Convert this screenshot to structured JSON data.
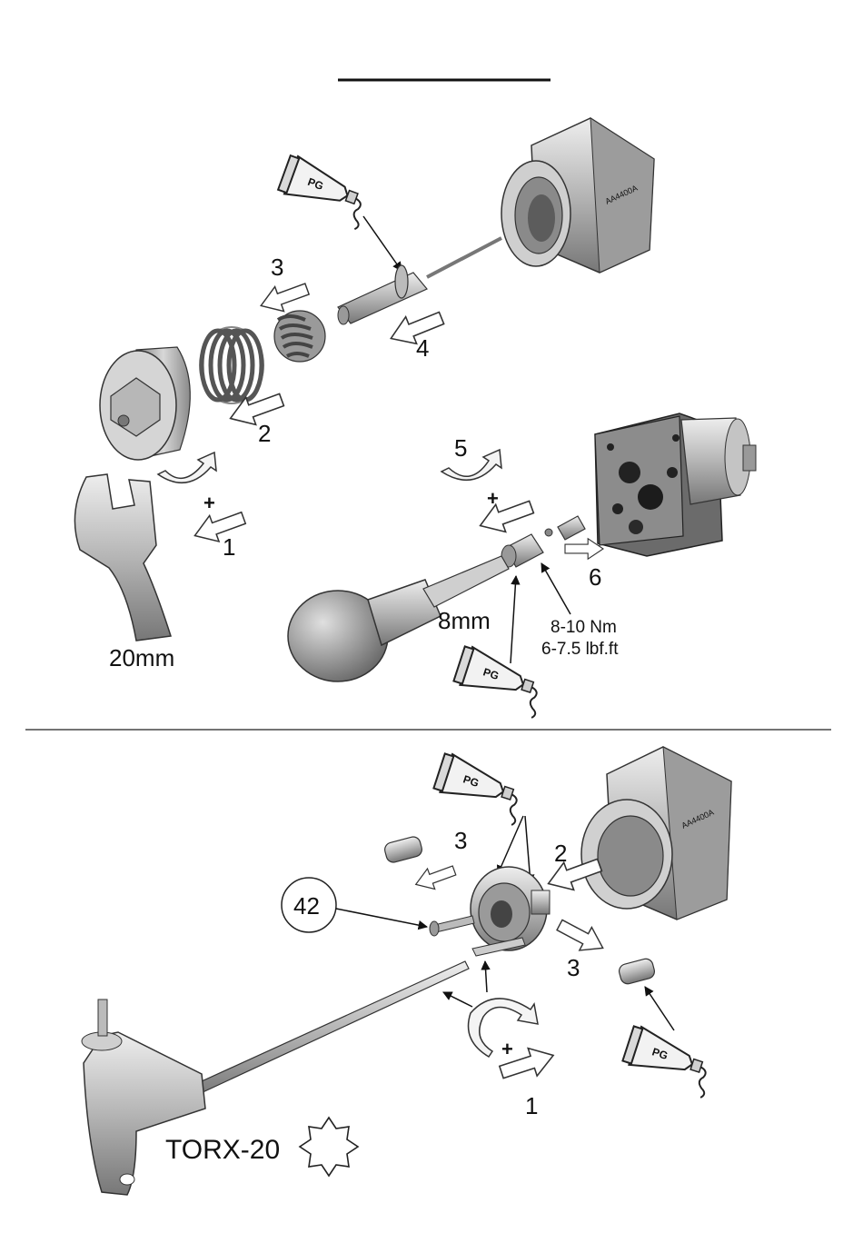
{
  "top_panel": {
    "step_labels": {
      "step1": "1",
      "step2": "2",
      "step3": "3",
      "step4": "4",
      "step5": "5",
      "step6": "6"
    },
    "plus_signs": [
      "+",
      "+"
    ],
    "tube_label": "PG",
    "wrench_size": "20mm",
    "driver_size": "8mm",
    "torque_nm": "8-10 Nm",
    "torque_lbf": "6-7.5 lbf.ft",
    "body_marking": "AA4400A"
  },
  "bottom_panel": {
    "step_labels": {
      "step1": "1",
      "step2": "2",
      "step3_left": "3",
      "step3_right": "3"
    },
    "plus_sign": "+",
    "part_number": "42",
    "tube_label": "PG",
    "tool_name": "TORX-20",
    "body_marking": "AA4400A"
  },
  "colors": {
    "line": "#111111",
    "metal_light": "#dcdcdc",
    "metal_mid": "#a9a9a9",
    "metal_dark": "#6f6f6f"
  },
  "icons": [
    "pg-grease-tube-icon",
    "open-arrow-icon",
    "curved-rotation-arrow-icon",
    "torx-star-icon"
  ]
}
